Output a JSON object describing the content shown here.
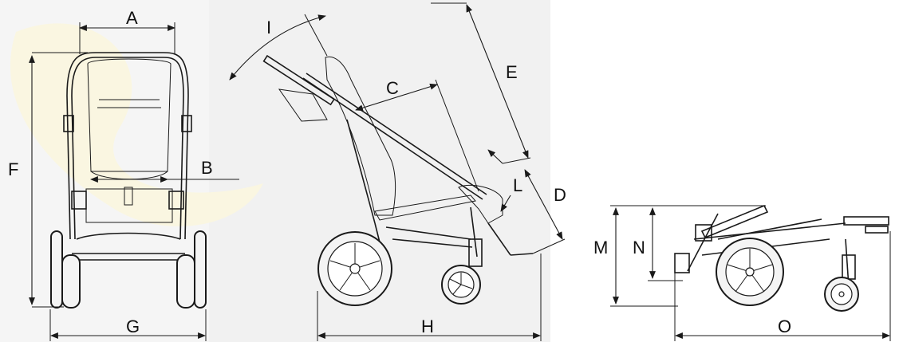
{
  "colors": {
    "background": "#ffffff",
    "panel": "#f3f3f3",
    "watermark_yellow": "#fbf6df",
    "line": "#1a1a1a"
  },
  "labels": {
    "A": "A",
    "B": "B",
    "C": "C",
    "D": "D",
    "E": "E",
    "F": "F",
    "G": "G",
    "H": "H",
    "I": "I",
    "L": "L",
    "M": "M",
    "N": "N",
    "O": "O"
  },
  "arrow_marker": "arrowhead"
}
